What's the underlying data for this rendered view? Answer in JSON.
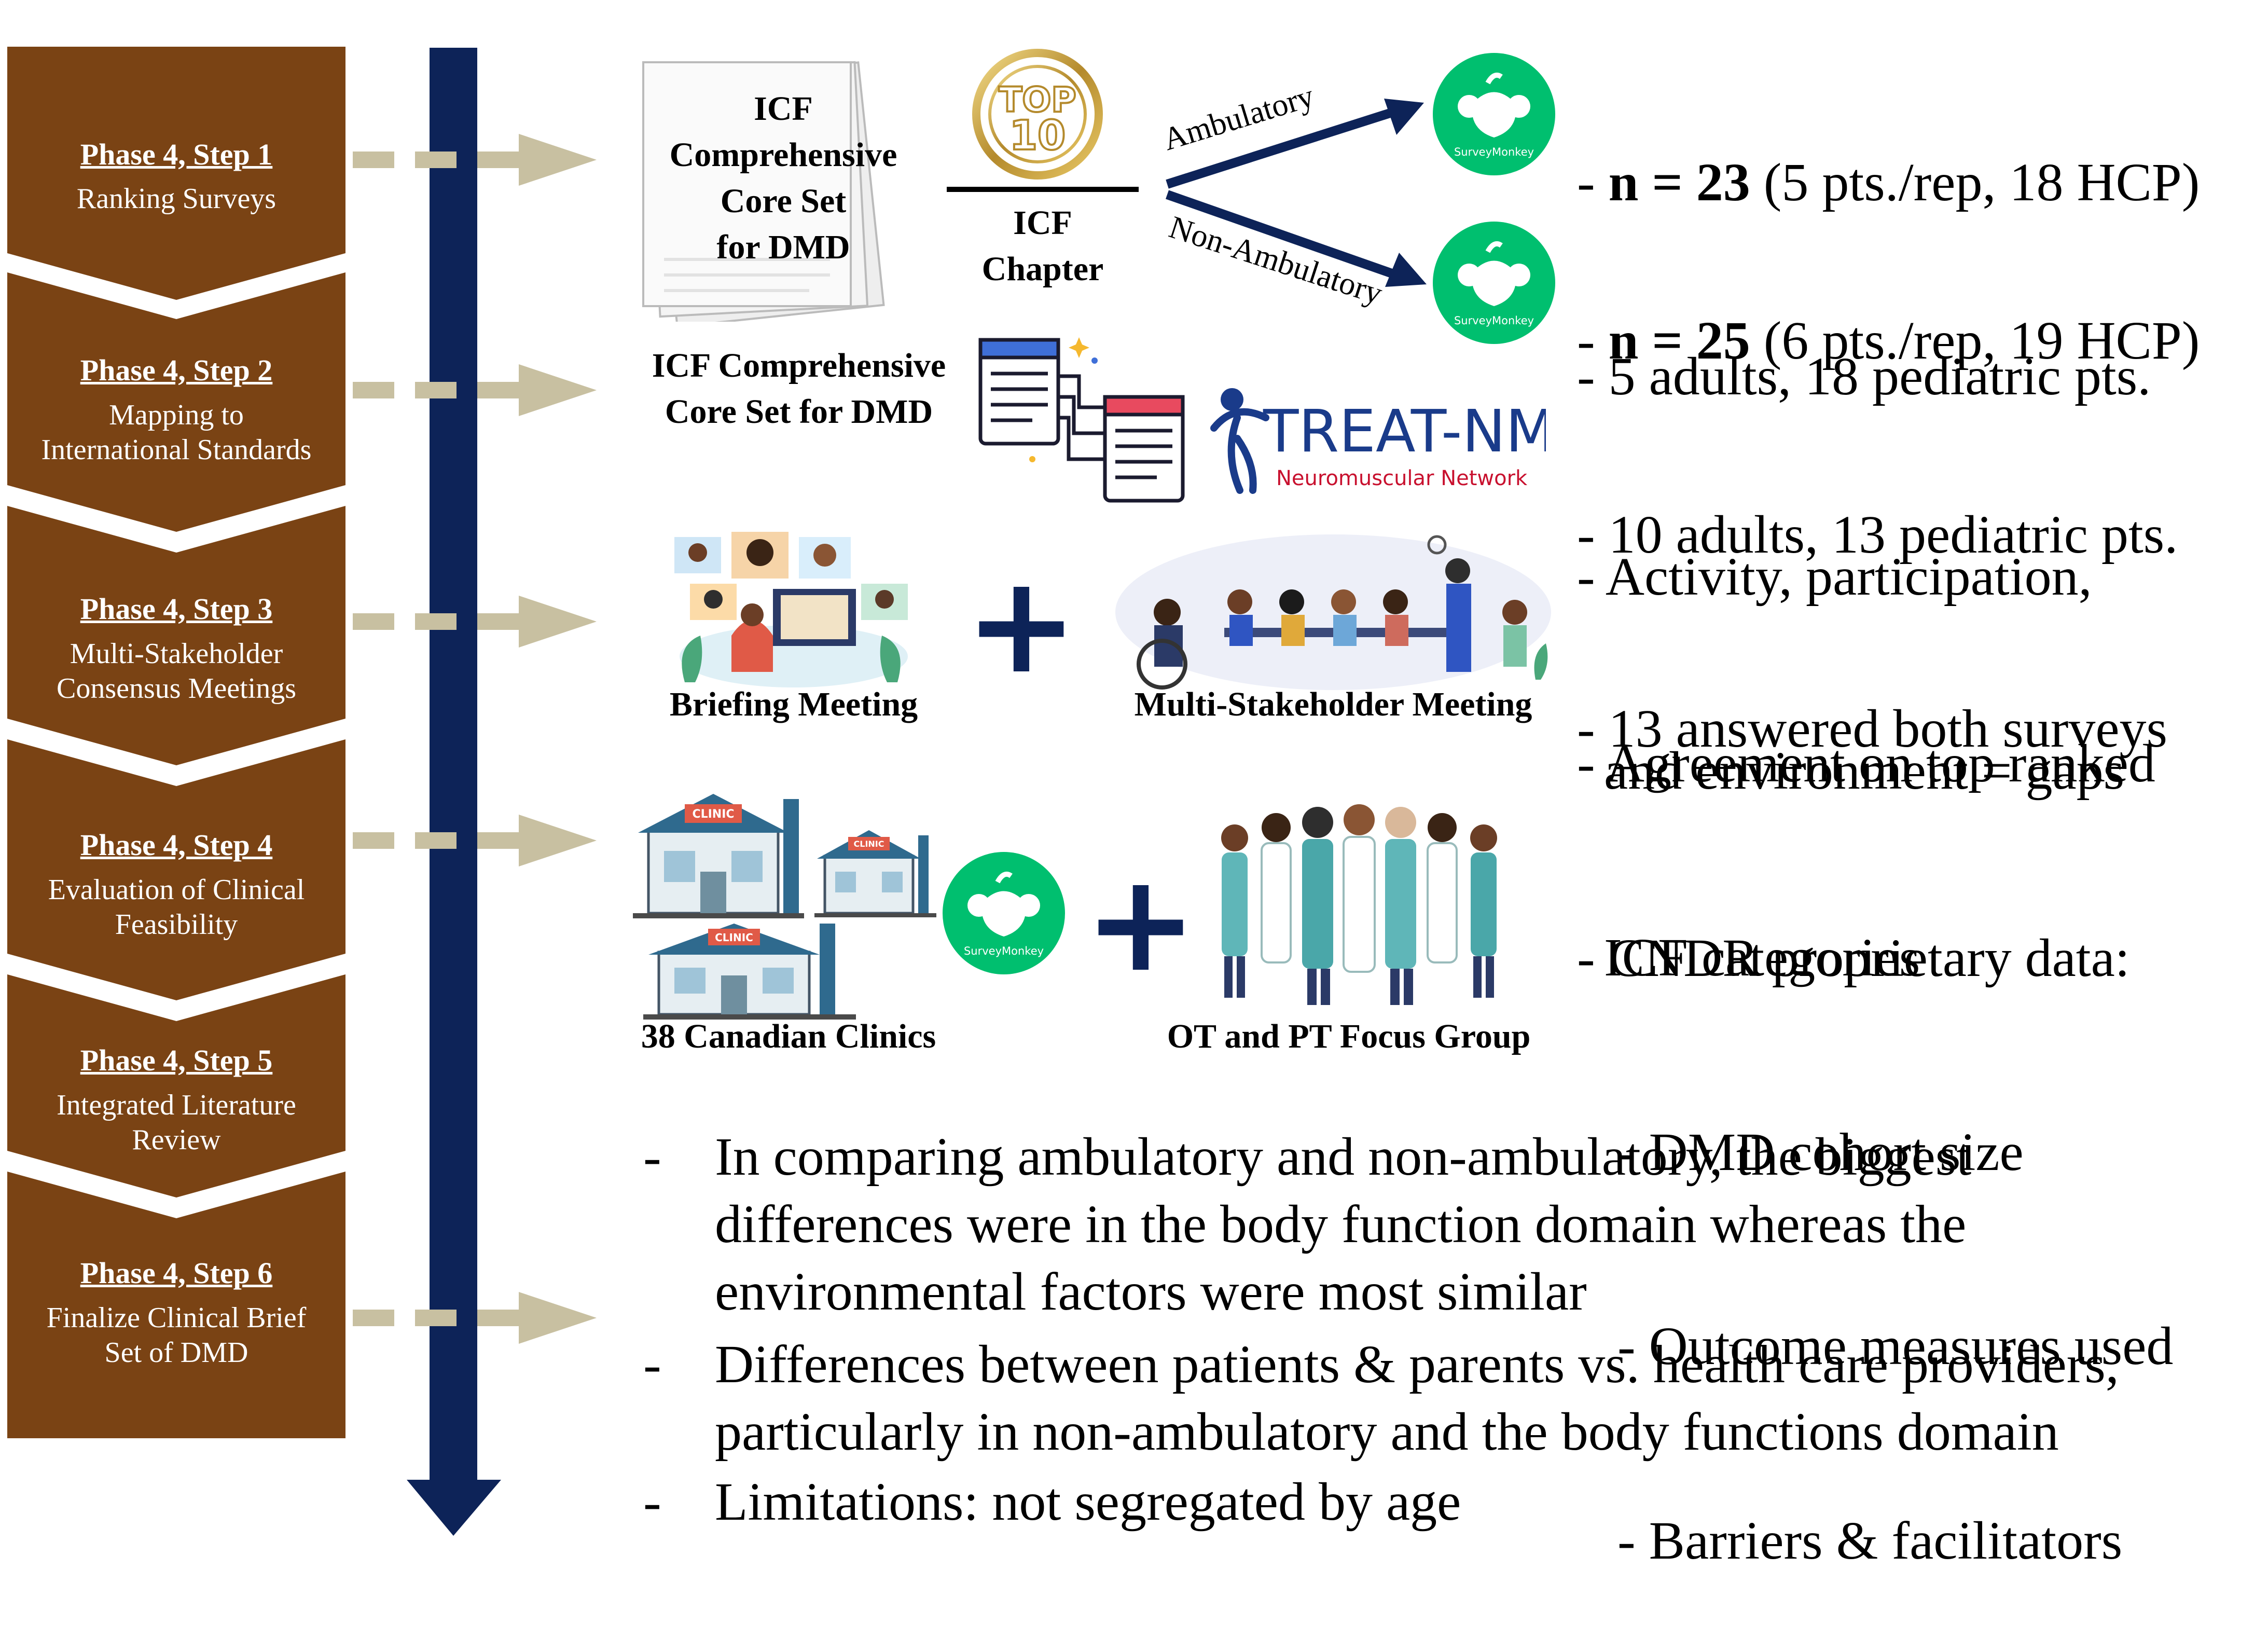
{
  "colors": {
    "phase_brown": "#7a4314",
    "timeline_navy": "#0d2358",
    "dash_arrow_tan": "#c8c0a1",
    "surveymonkey_green": "#00bf6f",
    "treat_nmd_blue": "#1a3b8a",
    "treat_nmd_red": "#c8102e"
  },
  "phases": [
    {
      "title": "Phase 4, Step 1",
      "body": "Ranking Surveys"
    },
    {
      "title": "Phase 4, Step 2",
      "body": "Mapping to\nInternational Standards"
    },
    {
      "title": "Phase 4, Step 3",
      "body": "Multi-Stakeholder\nConsensus Meetings"
    },
    {
      "title": "Phase 4, Step 4",
      "body": "Evaluation of Clinical\nFeasibility"
    },
    {
      "title": "Phase 4, Step 5",
      "body": "Integrated Literature\nReview"
    },
    {
      "title": "Phase 4, Step 6",
      "body": "Finalize Clinical Brief\nSet of DMD"
    }
  ],
  "step1": {
    "document_lines": [
      "ICF",
      "Comprehensive",
      "Core Set",
      "for DMD"
    ],
    "medal_line1": "TOP",
    "medal_line2": "10",
    "chapter_lines": [
      "ICF",
      "Chapter"
    ],
    "ambulatory_label": "Ambulatory",
    "non_ambulatory_label": "Non-Ambulatory",
    "survey_logo_text": "SurveyMonkey",
    "results_ambulatory": {
      "line1_prefix": "- ",
      "line1_bold": "n = 23",
      "line1_rest": " (5 pts./rep, 18 HCP)",
      "line2": "- 5 adults, 18 pediatric pts."
    },
    "results_non_ambulatory": {
      "line1_prefix": "- ",
      "line1_bold": "n = 25",
      "line1_rest": " (6 pts./rep, 19 HCP)",
      "line2": "- 10 adults, 13 pediatric pts.",
      "line3": "- 13 answered both surveys"
    }
  },
  "step2": {
    "label_lines": [
      "ICF Comprehensive",
      "Core Set for DMD"
    ],
    "treat_nmd_title": "TREAT-NMD",
    "treat_nmd_subtitle": "Neuromuscular Network",
    "result_lines": [
      "- Activity, participation,",
      "  and environment = gaps"
    ]
  },
  "step3": {
    "briefing_label": "Briefing Meeting",
    "plus": "+",
    "multi_label": "Multi-Stakeholder Meeting",
    "result_lines": [
      "- Agreement on top ranked",
      "  ICF categories"
    ]
  },
  "step4": {
    "clinic_sign": "CLINIC",
    "clinics_label": "38 Canadian Clinics",
    "plus": "+",
    "focus_label": "OT and PT Focus Group",
    "result_lines": [
      "- CNDR proprietary data:",
      "   - DMD cohort size",
      "   - Outcome measures used",
      "   - Barriers & facilitators"
    ]
  },
  "conclusions": [
    {
      "dash": "-",
      "text": "In comparing ambulatory and non-ambulatory, the biggest differences were in the body function domain whereas the environmental factors were most similar"
    },
    {
      "dash": "-",
      "text": "Differences between patients & parents vs. health care providers, particularly in non-ambulatory and the body functions domain"
    },
    {
      "dash": "-",
      "text": "Limitations: not segregated by age"
    }
  ]
}
